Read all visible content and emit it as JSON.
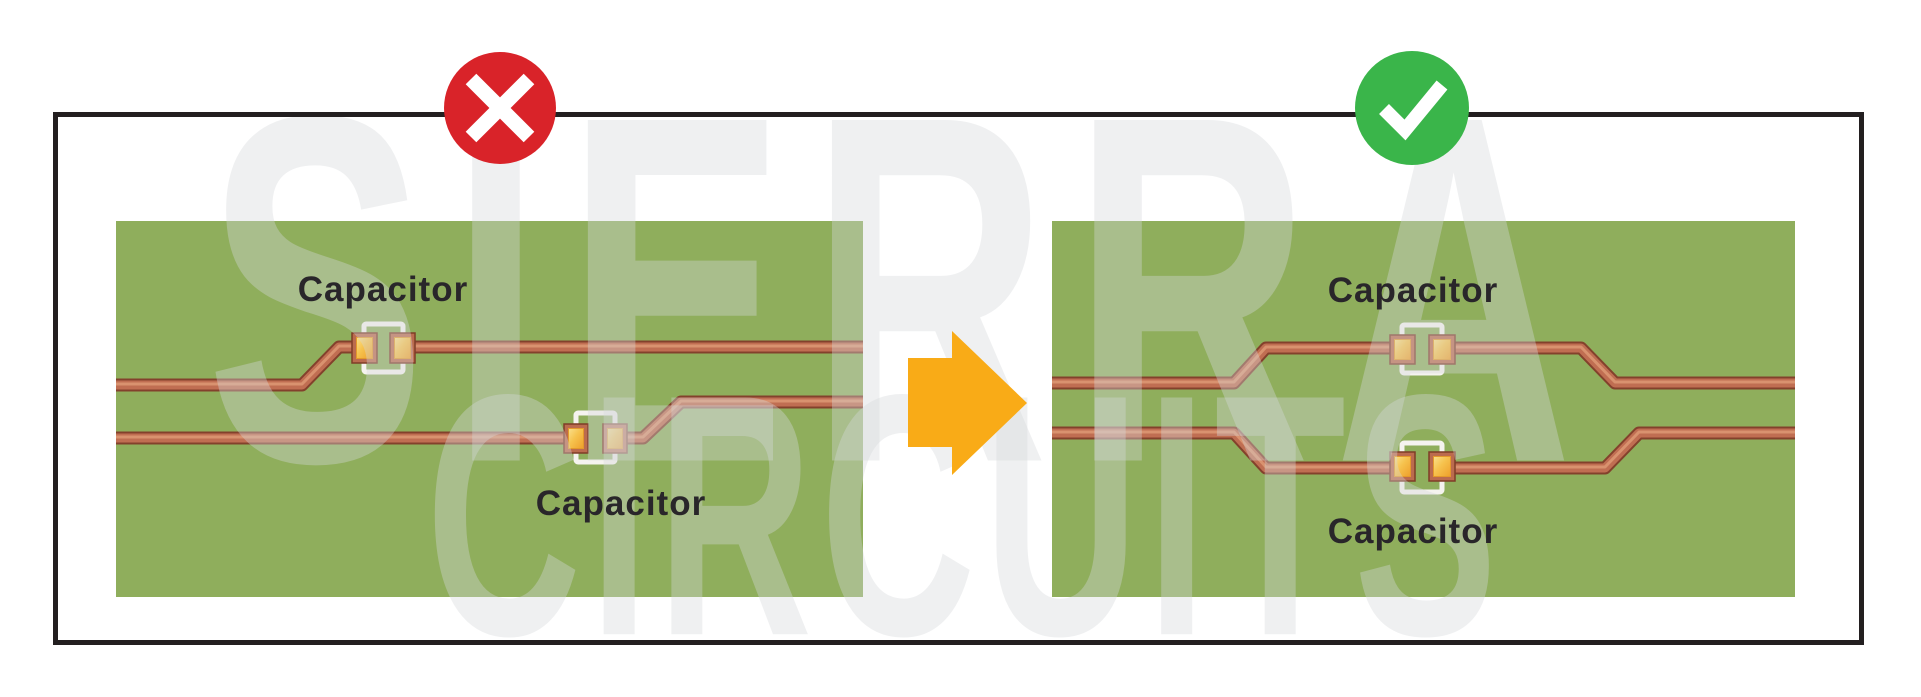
{
  "watermark": {
    "line1": "SIERRA",
    "line2": "CIRCUITS"
  },
  "left_panel": {
    "verdict_icon": "cross",
    "label_top": "Capacitor",
    "label_bottom": "Capacitor",
    "description": "staggered capacitor placement on differential pair"
  },
  "right_panel": {
    "verdict_icon": "check",
    "label_top": "Capacitor",
    "label_bottom": "Capacitor",
    "description": "symmetric capacitor placement on differential pair"
  },
  "arrow": {
    "direction": "right"
  },
  "colors": {
    "board_green": "#8fae5c",
    "trace_copper": "#c06e52",
    "trace_edge": "#83412c",
    "pad_gold": "#f3b744",
    "pad_frame_copper": "#bb6b4e",
    "courtyard_white": "#f5f3ef",
    "cross_red": "#d92329",
    "check_green": "#3ab54a",
    "arrow_orange": "#f9ab17",
    "label_text": "#29262a",
    "frame_border": "#231f20"
  }
}
